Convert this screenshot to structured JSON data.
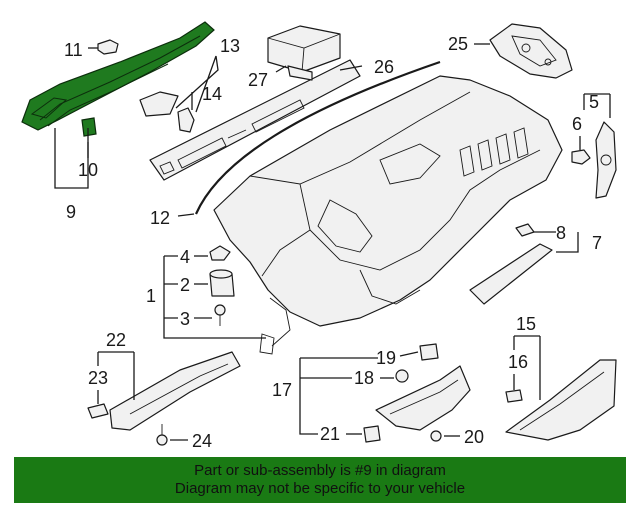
{
  "callouts": {
    "c1": "1",
    "c2": "2",
    "c3": "3",
    "c4": "4",
    "c5": "5",
    "c6": "6",
    "c7": "7",
    "c8": "8",
    "c9": "9",
    "c10": "10",
    "c11": "11",
    "c12": "12",
    "c13": "13",
    "c14": "14",
    "c15": "15",
    "c16": "16",
    "c17": "17",
    "c18": "18",
    "c19": "19",
    "c20": "20",
    "c21": "21",
    "c22": "22",
    "c23": "23",
    "c24": "24",
    "c25": "25",
    "c26": "26",
    "c27": "27"
  },
  "highlight_color": "#1a7a14",
  "banner": {
    "line1": "Part or sub-assembly is #9 in diagram",
    "line2": "Diagram may not be specific to your vehicle"
  }
}
